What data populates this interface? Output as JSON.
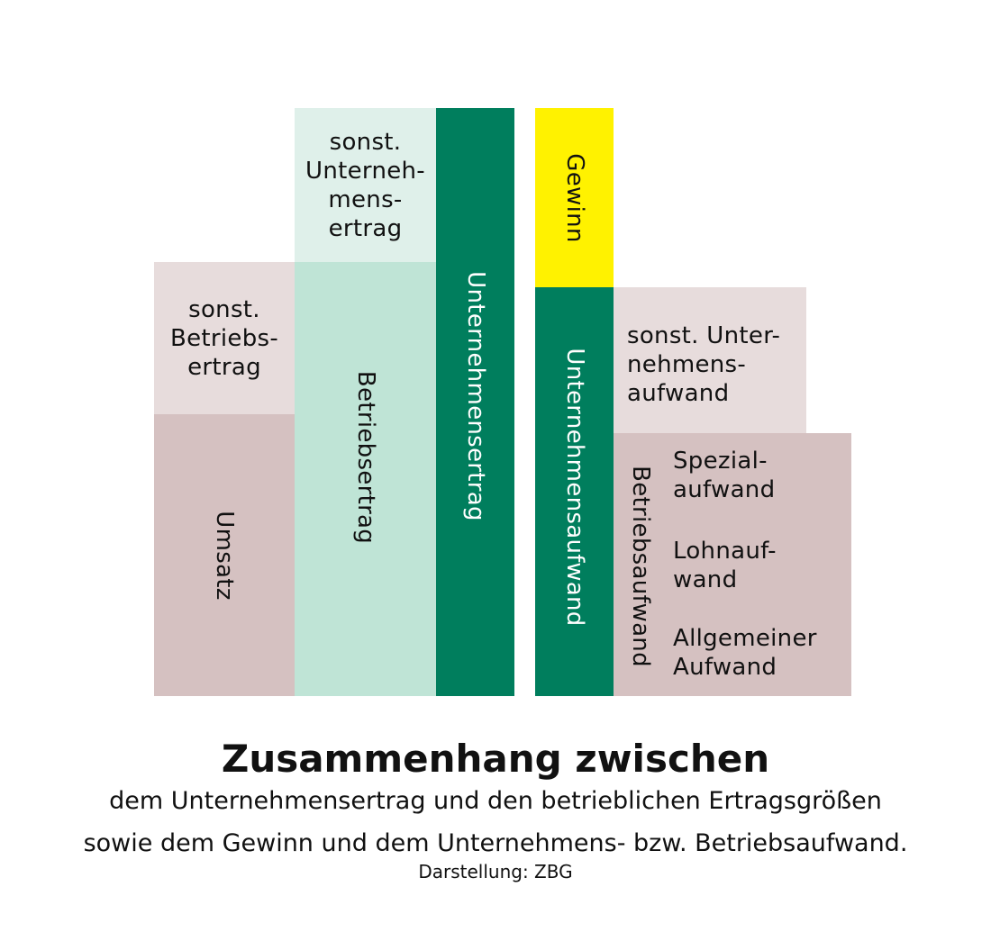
{
  "left": {
    "umsatz": "Umsatz",
    "sonst_betriebsertrag": "sonst.\nBetriebs-\nertrag",
    "betriebsertrag": "Betriebsertrag",
    "sonst_unternehmensertrag": "sonst.\nUnterneh-\nmens-\nertrag",
    "unternehmensertrag": "Unternehmensertrag"
  },
  "right": {
    "gewinn": "Gewinn",
    "unternehmensaufwand": "Unternehmensaufwand",
    "sonst_unternehmensaufwand": "sonst. Unter-\nnehmens-\naufwand",
    "betriebsaufwand": "Betriebsaufwand",
    "items": [
      "Spezial-\naufwand",
      "Lohnauf-\nwand",
      "Allgemeiner\nAufwand"
    ]
  },
  "caption": {
    "title": "Zusammenhang zwischen",
    "line1": "dem Unternehmensertrag und den betrieblichen Ertragsgrößen",
    "line2": "sowie dem Gewinn und dem Unternehmens- bzw. Betriebsaufwand.",
    "credit": "Darstellung: ZBG"
  },
  "colors": {
    "dark_green": "#007e5d",
    "light_green": "#bfe4d6",
    "pale_green": "#dff0ea",
    "rose": "#d5c1c1",
    "pale_rose": "#e7dcdc",
    "yellow": "#fff200"
  }
}
